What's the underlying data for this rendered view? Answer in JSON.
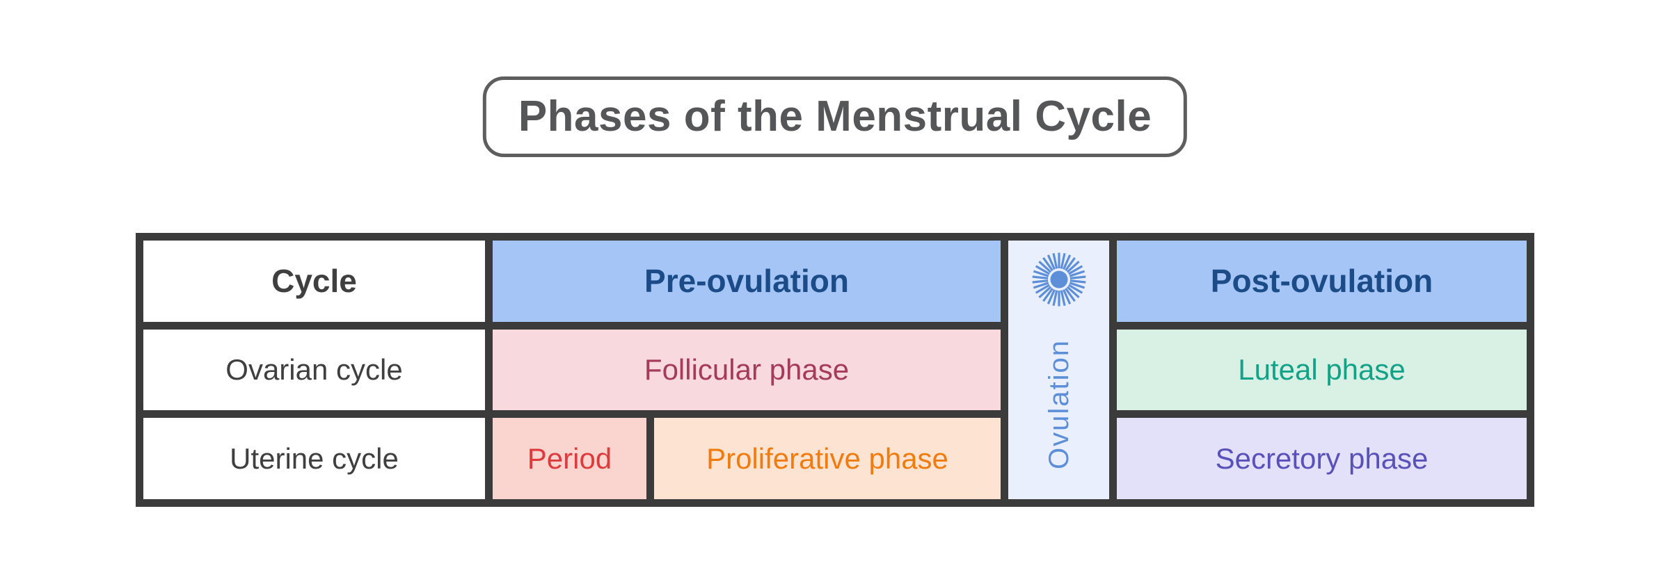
{
  "title": "Phases of the Menstrual Cycle",
  "table": {
    "header": {
      "cycle": "Cycle",
      "pre_ovulation": "Pre-ovulation",
      "ovulation": "Ovulation",
      "post_ovulation": "Post-ovulation"
    },
    "rows": {
      "ovarian": {
        "label": "Ovarian cycle",
        "pre_phase": "Follicular phase",
        "post_phase": "Luteal phase"
      },
      "uterine": {
        "label": "Uterine cycle",
        "period": "Period",
        "proliferative": "Proliferative phase",
        "post_phase": "Secretory phase"
      }
    }
  },
  "icons": {
    "ovulation": "sun-burst-icon"
  },
  "colors": {
    "table_border": "#3b3b3b",
    "header_blue_bg": "#a4c5f6",
    "header_blue_text": "#1c4c87",
    "follicular_bg": "#f8d9de",
    "follicular_text": "#a53a5b",
    "luteal_bg": "#d9f0e4",
    "luteal_text": "#11a287",
    "period_bg": "#fad4ce",
    "period_text": "#dd3b3c",
    "proliferative_bg": "#fde4d2",
    "proliferative_text": "#f07c0f",
    "secretory_bg": "#e3e1f9",
    "secretory_text": "#5951b9",
    "ovulation_bg": "#e9effc",
    "ovulation_accent": "#5d8fd9",
    "title_text": "#555657",
    "title_border": "#5e5e5e",
    "dark_text": "#3f3f3f"
  }
}
